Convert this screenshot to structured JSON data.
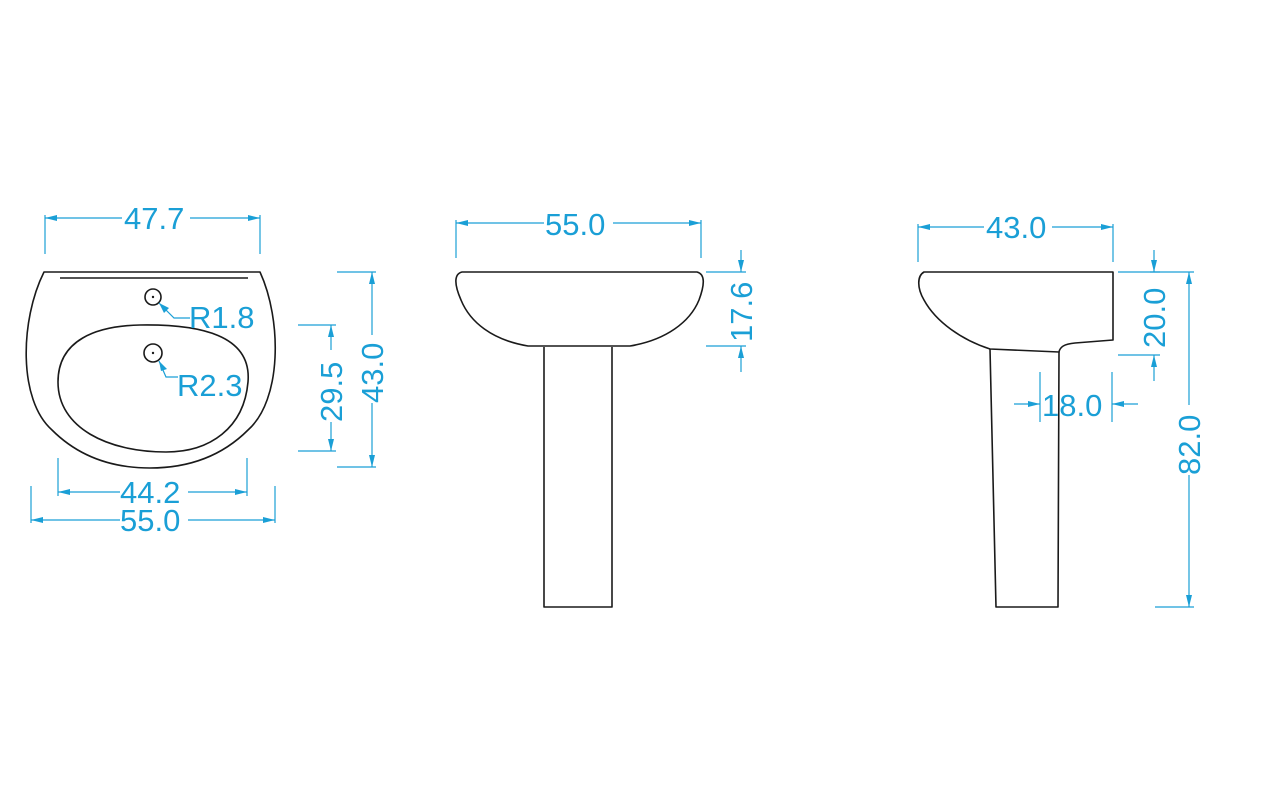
{
  "colors": {
    "outline": "#1a1a1a",
    "dimension": "#1a9fd6",
    "background": "#ffffff"
  },
  "top_view": {
    "width_inner_top": "47.7",
    "tap_hole_radius": "R1.8",
    "waste_radius": "R2.3",
    "bowl_depth": "29.5",
    "overall_depth": "43.0",
    "bowl_width": "44.2",
    "overall_width": "55.0"
  },
  "front_view": {
    "overall_width": "55.0",
    "basin_height": "17.6"
  },
  "side_view": {
    "overall_depth": "43.0",
    "basin_height": "20.0",
    "pedestal_offset": "18.0",
    "overall_height": "82.0"
  }
}
